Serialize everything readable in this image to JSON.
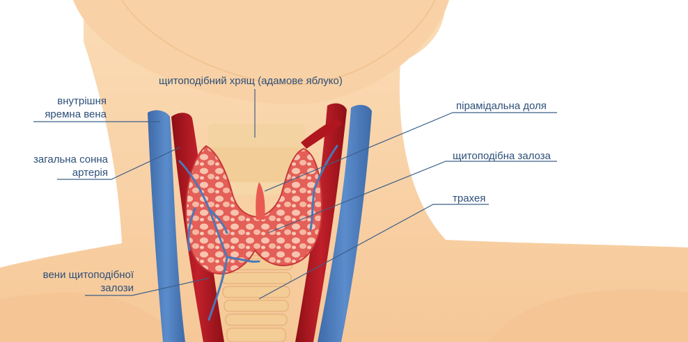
{
  "colors": {
    "skin": "#f9d3a8",
    "skin_shade": "#f3c08f",
    "vein": "#4a79b8",
    "artery": "#a9141c",
    "gland": "#e9665f",
    "gland_lobule": "#f8c2ae",
    "cartilage": "#f3cf9c",
    "leader_line": "#3c5f88",
    "label_text": "#2d4f78"
  },
  "labels": {
    "thyroid_cartilage": "щитоподібний хрящ (адамове яблуко)",
    "internal_jugular_vein": [
      "внутрішня",
      "яремна вена"
    ],
    "common_carotid_artery": [
      "загальна сонна",
      "артерія"
    ],
    "thyroid_veins": [
      "вени щитоподібної",
      "залози"
    ],
    "pyramidal_lobe": "пірамідальна доля",
    "thyroid_gland": "щитоподібна залоза",
    "trachea": "трахея"
  },
  "icons": [
    "neck-anatomy-illustration"
  ]
}
